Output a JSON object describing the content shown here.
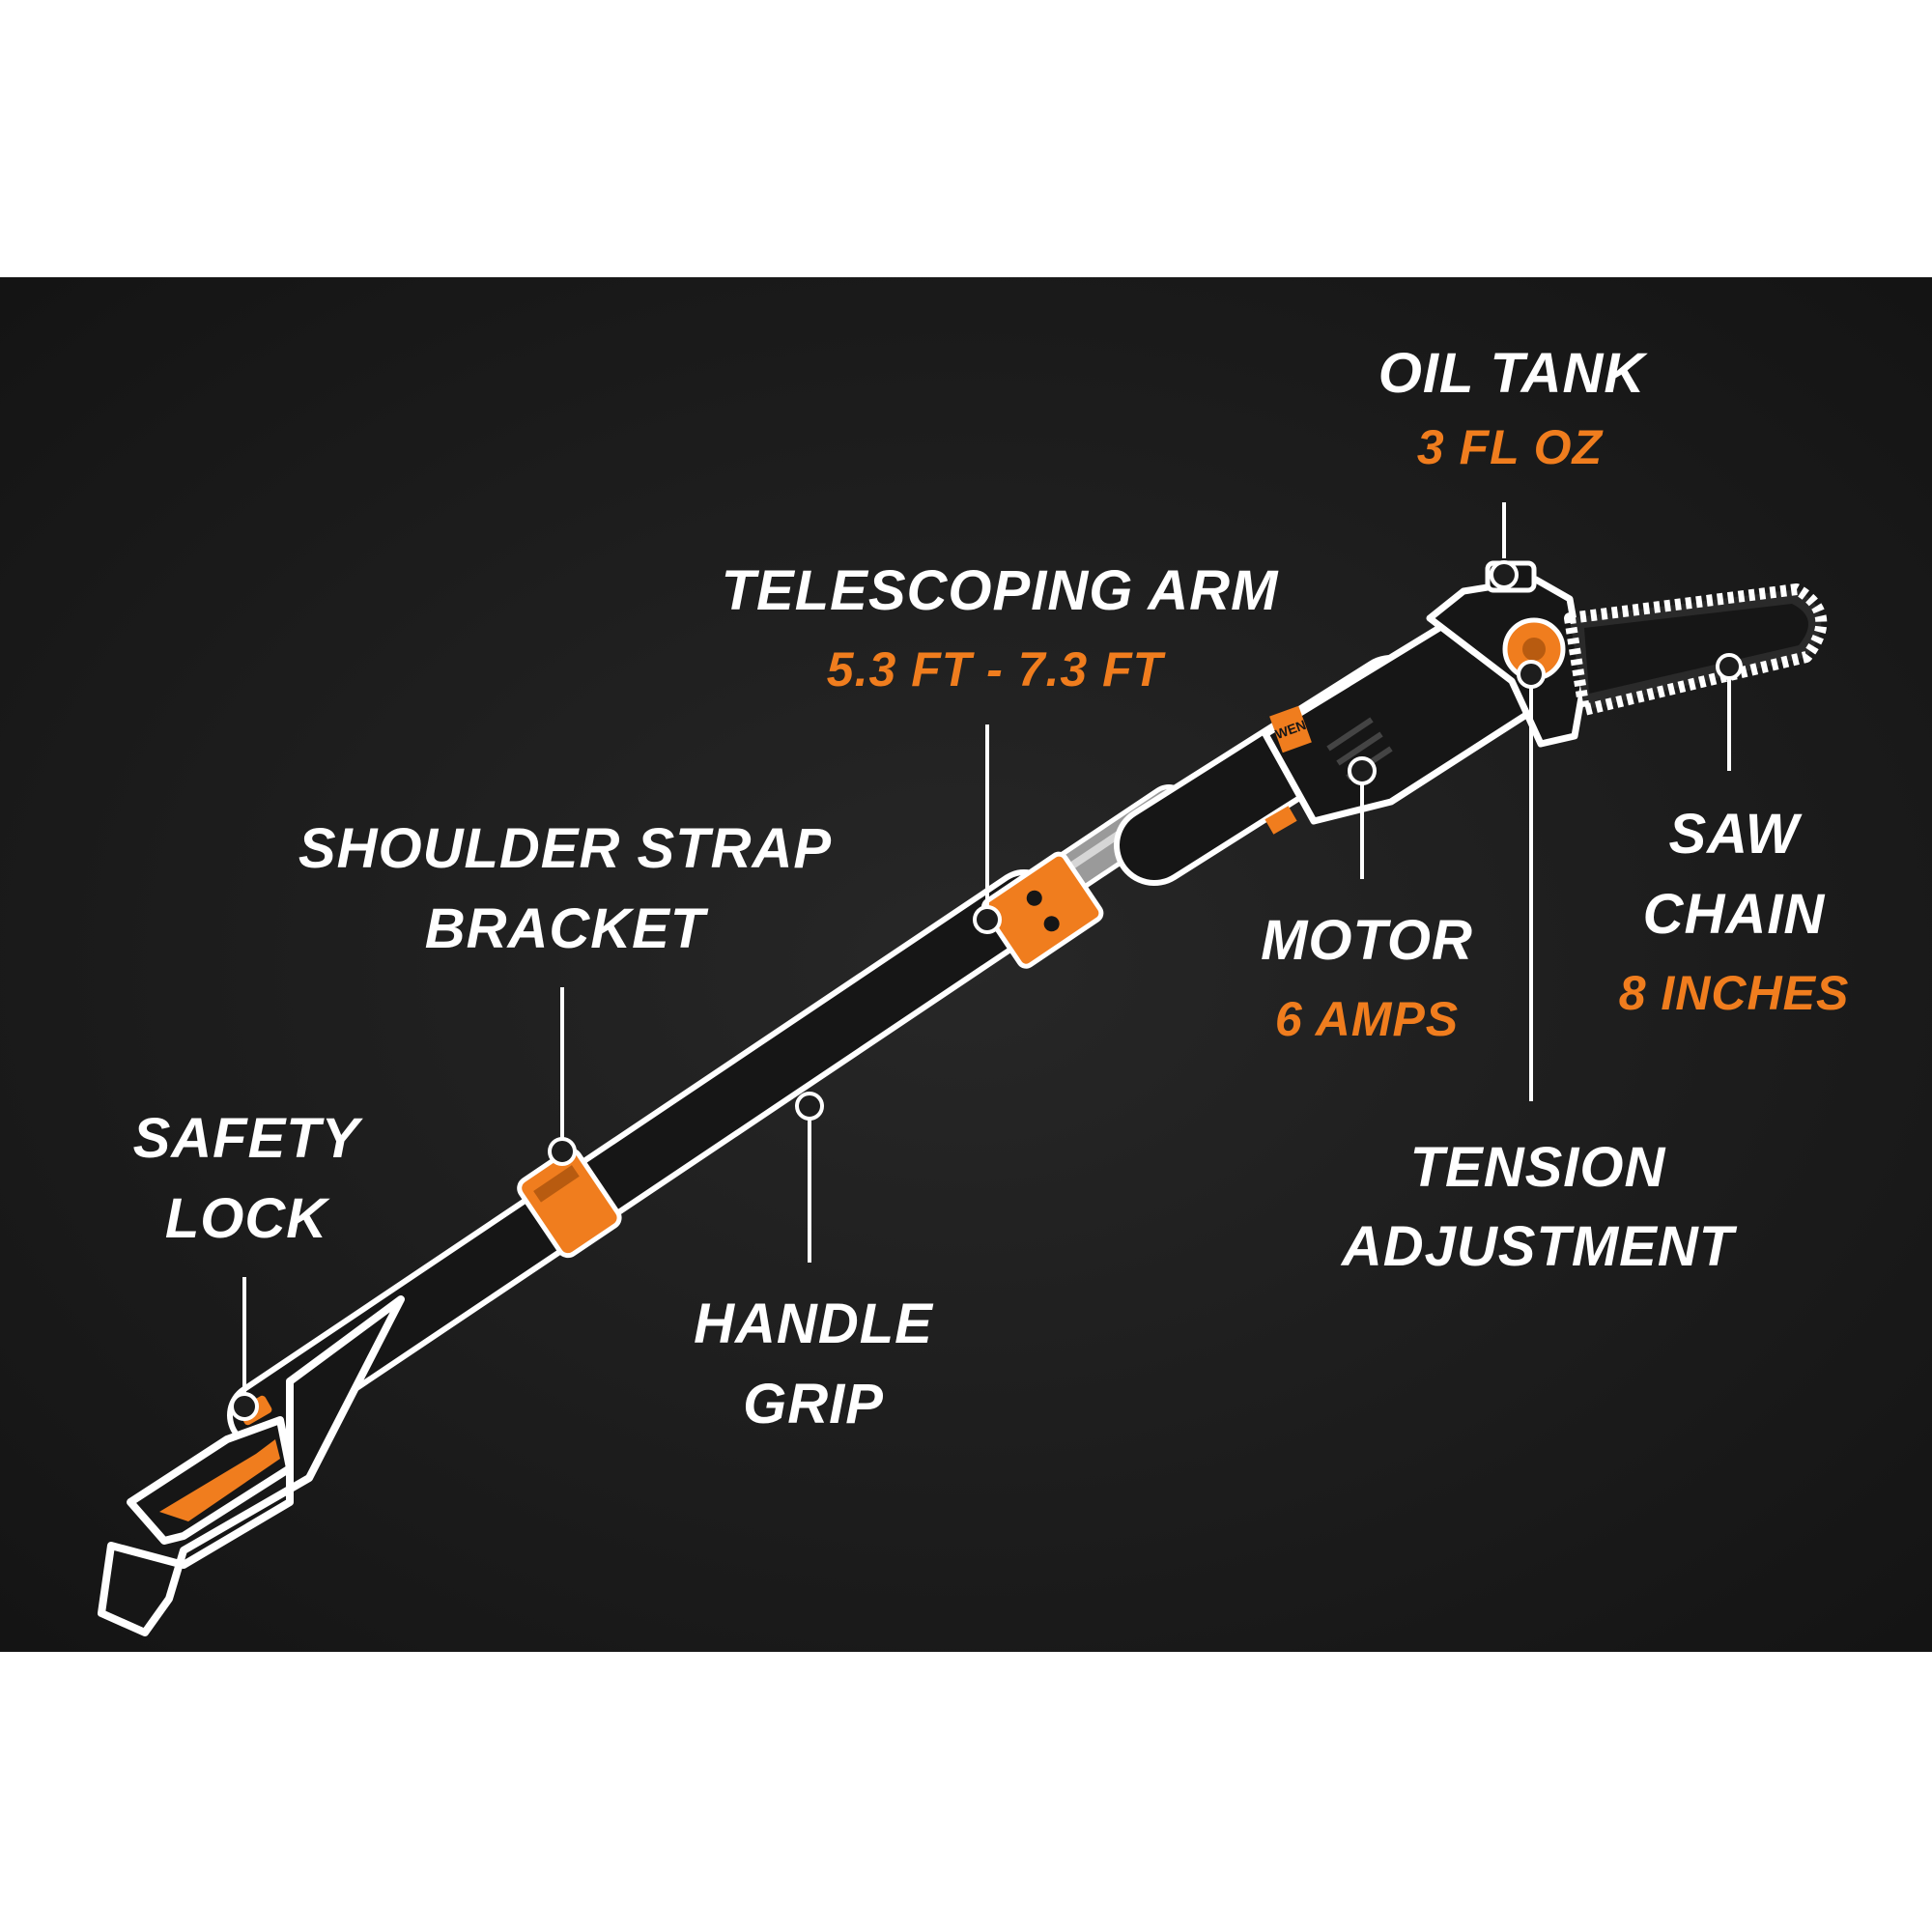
{
  "colors": {
    "background": "#1d1d1d",
    "accent": "#f07d1e",
    "label": "#ffffff",
    "tool_body": "#161616",
    "outline": "#ffffff"
  },
  "brand_badge": "WEN",
  "callouts": {
    "oil_tank": {
      "title": "OIL TANK",
      "spec": "3 FL OZ"
    },
    "telescoping_arm": {
      "title": "TELESCOPING ARM",
      "spec": "5.3 FT - 7.3 FT"
    },
    "shoulder_strap": {
      "title_line1": "SHOULDER STRAP",
      "title_line2": "BRACKET"
    },
    "safety_lock": {
      "title_line1": "SAFETY",
      "title_line2": "LOCK"
    },
    "handle_grip": {
      "title_line1": "HANDLE",
      "title_line2": "GRIP"
    },
    "motor": {
      "title": "MOTOR",
      "spec": "6 AMPS"
    },
    "saw_chain": {
      "title_line1": "SAW",
      "title_line2": "CHAIN",
      "spec": "8 INCHES"
    },
    "tension": {
      "title_line1": "TENSION",
      "title_line2": "ADJUSTMENT"
    }
  }
}
